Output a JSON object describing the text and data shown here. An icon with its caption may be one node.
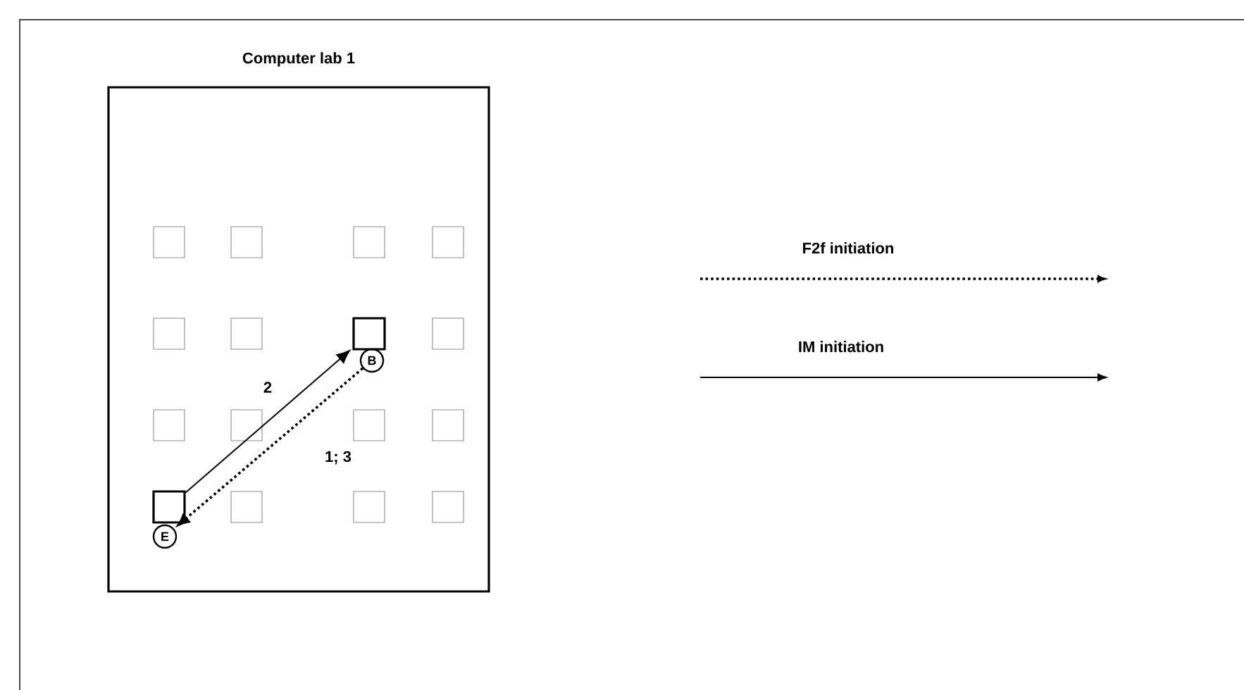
{
  "diagram": {
    "nodes": [
      {
        "text": [
          "Computer lab 1"
        ]
      },
      {
        "text": [],
        "shape": "box",
        "in": 0
      },
      {
        "text": [],
        "shape": "box",
        "in": 0
      },
      {
        "text": [],
        "shape": "box",
        "in": 0
      },
      {
        "text": [],
        "shape": "box",
        "in": 0
      },
      {
        "text": [],
        "shape": "box",
        "in": 0
      },
      {
        "text": [],
        "shape": "box",
        "in": 0
      },
      {
        "text": [],
        "shape": "box",
        "in": 0
      },
      {
        "text": [],
        "shape": "box",
        "in": 0
      },
      {
        "text": [],
        "shape": "box",
        "in": 0
      },
      {
        "text": [],
        "shape": "box",
        "in": 0
      },
      {
        "text": [],
        "shape": "box",
        "in": 0
      },
      {
        "text": [],
        "shape": "box",
        "in": 0
      },
      {
        "text": [],
        "shape": "box",
        "in": 0
      },
      {
        "text": [],
        "shape": "box",
        "in": 0
      },
      {
        "text": [],
        "shape": "box",
        "in": 0
      },
      {
        "text": [],
        "shape": "box",
        "in": 0
      },
      {
        "text": [
          "B"
        ],
        "in": 0
      },
      {
        "text": [
          "E"
        ],
        "in": 0
      }
    ],
    "edges": [
      {
        "from": 13,
        "to": 7,
        "arrow": "to",
        "label": "2"
      },
      {
        "from": 17,
        "to": 18,
        "arrow": "to",
        "label": "1; 3",
        "style": "dashed"
      }
    ],
    "legend": [
      {
        "text": "F2f initiation"
      },
      {
        "text": "IM initiation"
      }
    ]
  }
}
